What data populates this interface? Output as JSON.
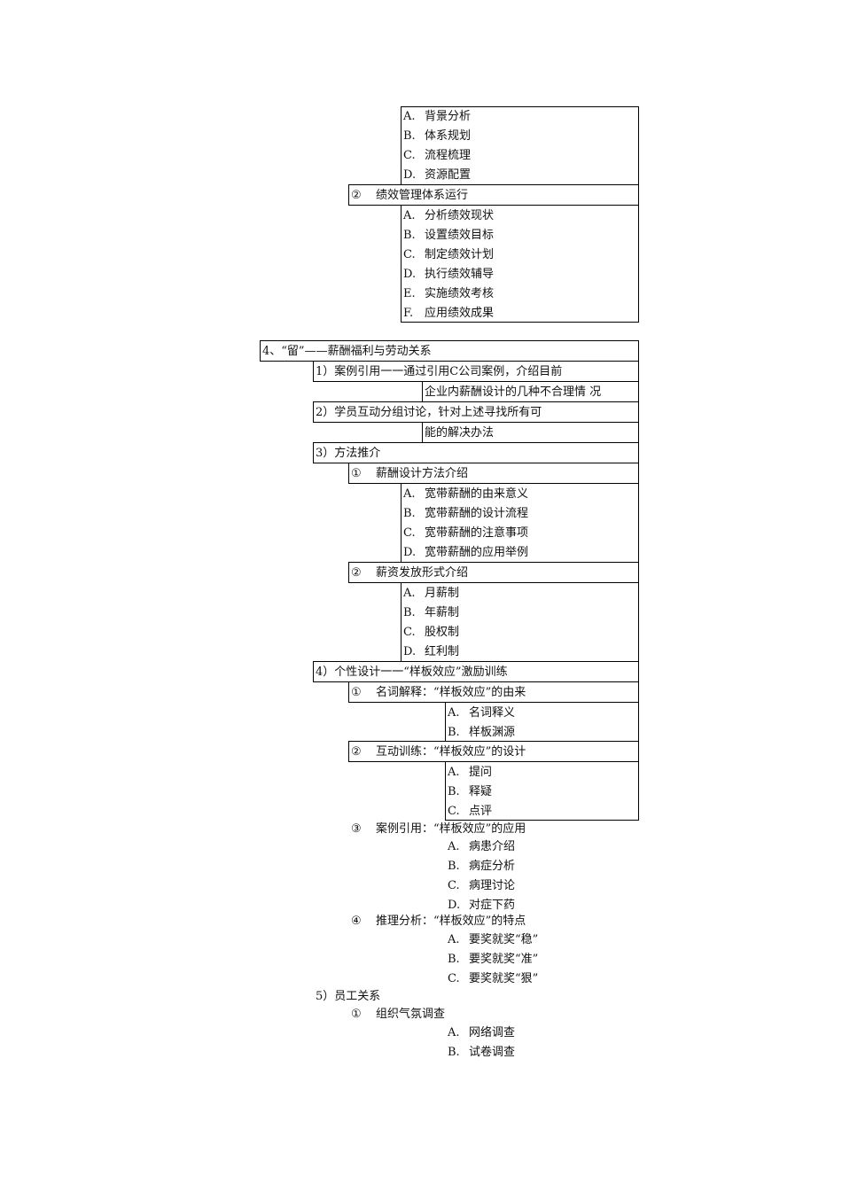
{
  "lines": [
    {
      "id": "s1a",
      "mk": "A.",
      "text": "背景分析"
    },
    {
      "id": "s1b",
      "mk": "B.",
      "text": "体系规划"
    },
    {
      "id": "s1c",
      "mk": "C.",
      "text": "流程梳理"
    },
    {
      "id": "s1d",
      "mk": "D.",
      "text": "资源配置"
    },
    {
      "id": "s2",
      "mk": "②",
      "text": "绩效管理体系运行"
    },
    {
      "id": "s2a",
      "mk": "A.",
      "text": "分析绩效现状"
    },
    {
      "id": "s2b",
      "mk": "B.",
      "text": "设置绩效目标"
    },
    {
      "id": "s2c",
      "mk": "C.",
      "text": "制定绩效计划"
    },
    {
      "id": "s2d",
      "mk": "D.",
      "text": "执行绩效辅导"
    },
    {
      "id": "s2e",
      "mk": "E.",
      "text": "实施绩效考核"
    },
    {
      "id": "s2f",
      "mk": "F.",
      "text": "应用绩效成果"
    },
    {
      "id": "h4",
      "mk": "",
      "text": "4、“留”——薪酬福利与劳动关系"
    },
    {
      "id": "i1",
      "mk": "",
      "text": "1）案例引用一一通过引用C公司案例，介绍目前"
    },
    {
      "id": "i1b",
      "mk": "",
      "text": "企业内薪酬设计的几种不合理情 况"
    },
    {
      "id": "i2",
      "mk": "",
      "text": "2）学员互动分组讨论，针对上述寻找所有可"
    },
    {
      "id": "i2b",
      "mk": "",
      "text": "能的解决办法"
    },
    {
      "id": "i3",
      "mk": "",
      "text": "3）方法推介"
    },
    {
      "id": "m1",
      "mk": "①",
      "text": "薪酬设计方法介绍"
    },
    {
      "id": "m1a",
      "mk": "A.",
      "text": "宽带薪酬的由来意义"
    },
    {
      "id": "m1b",
      "mk": "B.",
      "text": "宽带薪酬的设计流程"
    },
    {
      "id": "m1c",
      "mk": "C.",
      "text": "宽带薪酬的注意事项"
    },
    {
      "id": "m1d",
      "mk": "D.",
      "text": "宽带薪酬的应用举例"
    },
    {
      "id": "m2",
      "mk": "②",
      "text": "薪资发放形式介绍"
    },
    {
      "id": "m2a",
      "mk": "A.",
      "text": "月薪制"
    },
    {
      "id": "m2b",
      "mk": "B.",
      "text": "年薪制"
    },
    {
      "id": "m2c",
      "mk": "C.",
      "text": "股权制"
    },
    {
      "id": "m2d",
      "mk": "D.",
      "text": "红利制"
    },
    {
      "id": "i4",
      "mk": "",
      "text": "4）个性设计一一“样板效应”激励训练"
    },
    {
      "id": "p1",
      "mk": "①",
      "text": "名词解释：“样板效应”的由来"
    },
    {
      "id": "p1a",
      "mk": "A.",
      "text": "名词释义"
    },
    {
      "id": "p1b",
      "mk": "B.",
      "text": "样板渊源"
    },
    {
      "id": "p2",
      "mk": "②",
      "text": "互动训练：“样板效应”的设计"
    },
    {
      "id": "p2a",
      "mk": "A.",
      "text": "提问"
    },
    {
      "id": "p2b",
      "mk": "B.",
      "text": "释疑"
    },
    {
      "id": "p2c",
      "mk": "C.",
      "text": "点评"
    },
    {
      "id": "p3",
      "mk": "③",
      "text": "案例引用：“样板效应”的应用"
    },
    {
      "id": "p3a",
      "mk": "A.",
      "text": "病患介绍"
    },
    {
      "id": "p3b",
      "mk": "B.",
      "text": "病症分析"
    },
    {
      "id": "p3c",
      "mk": "C.",
      "text": "病理讨论"
    },
    {
      "id": "p3d",
      "mk": "D.",
      "text": "对症下药"
    },
    {
      "id": "p4",
      "mk": "④",
      "text": "推理分析：“样板效应”的特点"
    },
    {
      "id": "p4a",
      "mk": "A.",
      "text": "要奖就奖“稳”"
    },
    {
      "id": "p4b",
      "mk": "B.",
      "text": "要奖就奖“准”"
    },
    {
      "id": "p4c",
      "mk": "C.",
      "text": "要奖就奖“狠”"
    },
    {
      "id": "i5",
      "mk": "",
      "text": "5）员工关系"
    },
    {
      "id": "q1",
      "mk": "①",
      "text": "组织气氛调查"
    },
    {
      "id": "q1a",
      "mk": "A.",
      "text": "网络调查"
    },
    {
      "id": "q1b",
      "mk": "B.",
      "text": "试卷调查"
    }
  ]
}
